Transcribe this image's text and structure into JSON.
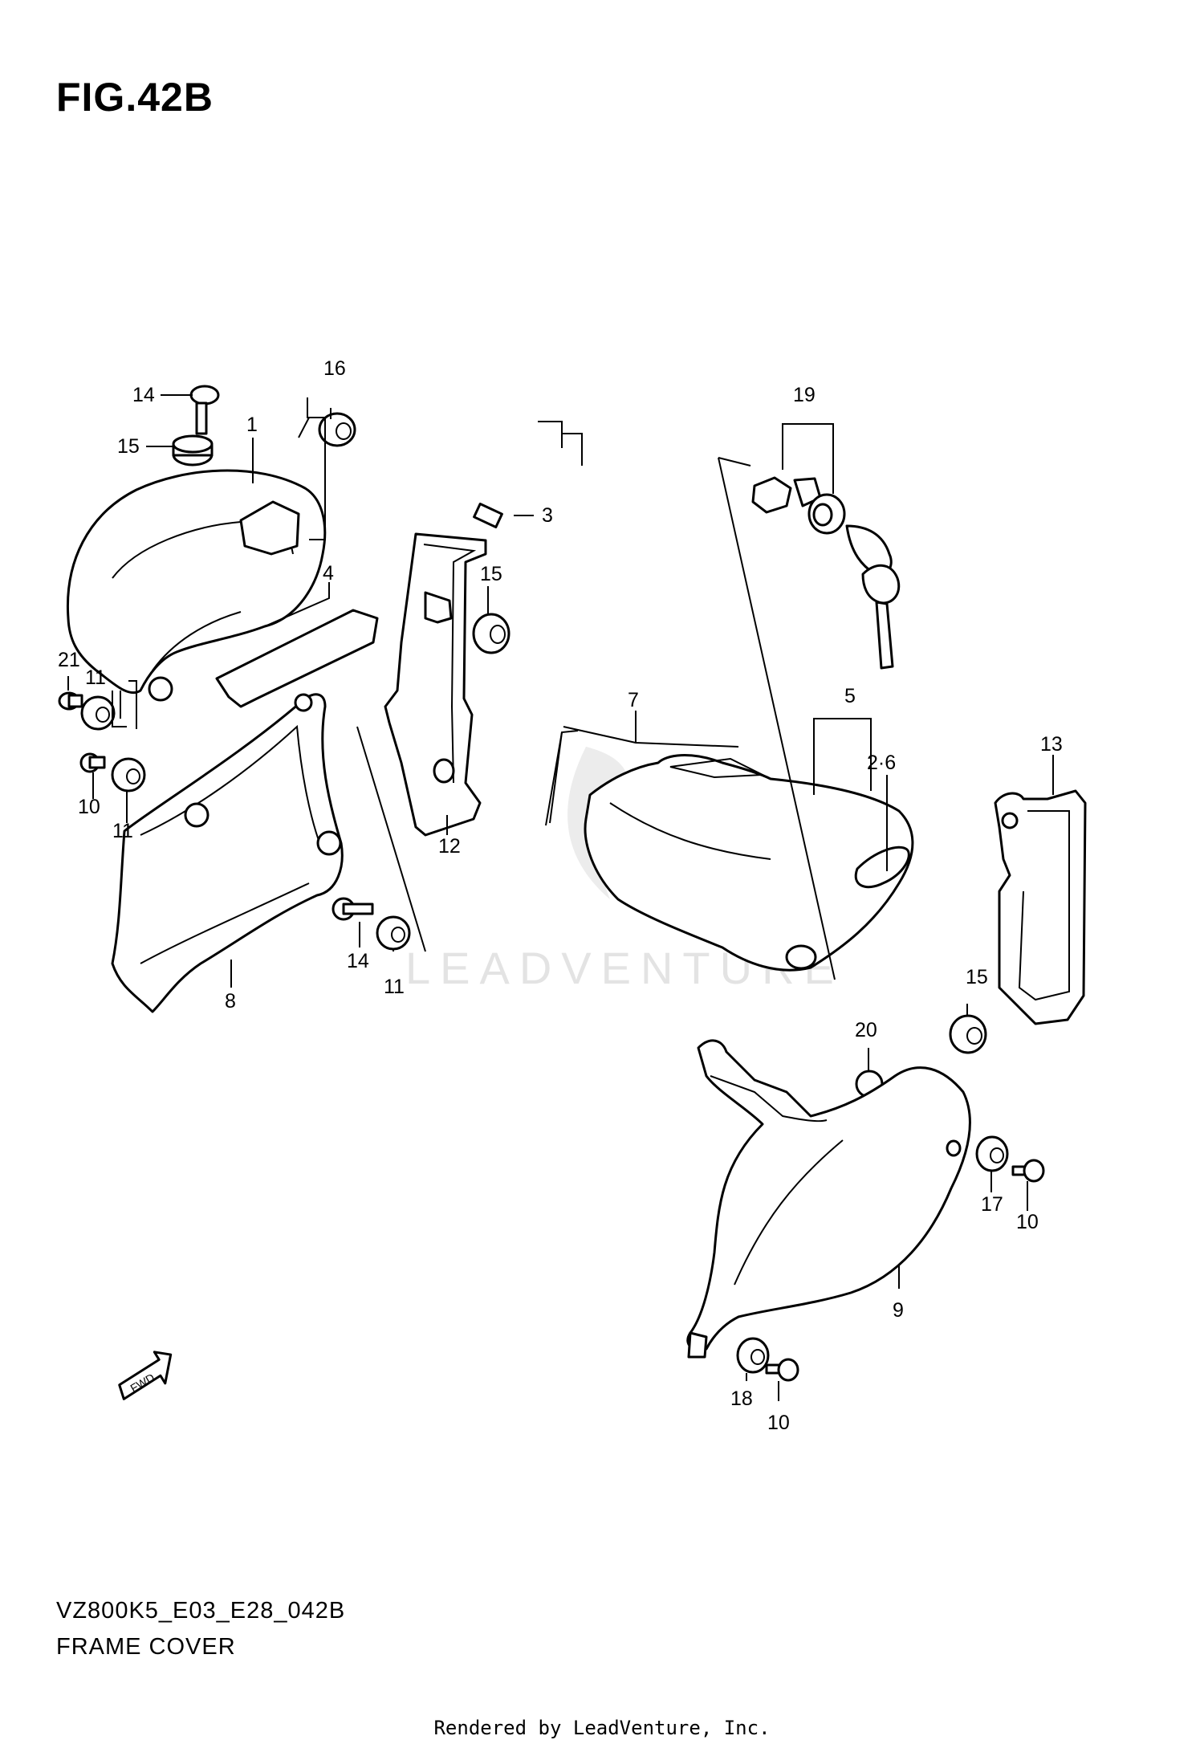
{
  "figure": {
    "title": "FIG.42B",
    "model_code": "VZ800K5_E03_E28_042B",
    "section_title": "FRAME COVER",
    "footer": "Rendered by LeadVenture, Inc.",
    "watermark": "LEADVENTURE",
    "fwd_label": "FWD"
  },
  "callouts": {
    "c1": "1",
    "c2_6": "2·6",
    "c3": "3",
    "c4": "4",
    "c5": "5",
    "c7": "7",
    "c8": "8",
    "c9": "9",
    "c10a": "10",
    "c10b": "10",
    "c10c": "10",
    "c11a": "11",
    "c11b": "11",
    "c11c": "11",
    "c12": "12",
    "c13": "13",
    "c14a": "14",
    "c14b": "14",
    "c15a": "15",
    "c15b": "15",
    "c15c": "15",
    "c16": "16",
    "c17": "17",
    "c18": "18",
    "c19": "19",
    "c20": "20",
    "c21": "21"
  }
}
